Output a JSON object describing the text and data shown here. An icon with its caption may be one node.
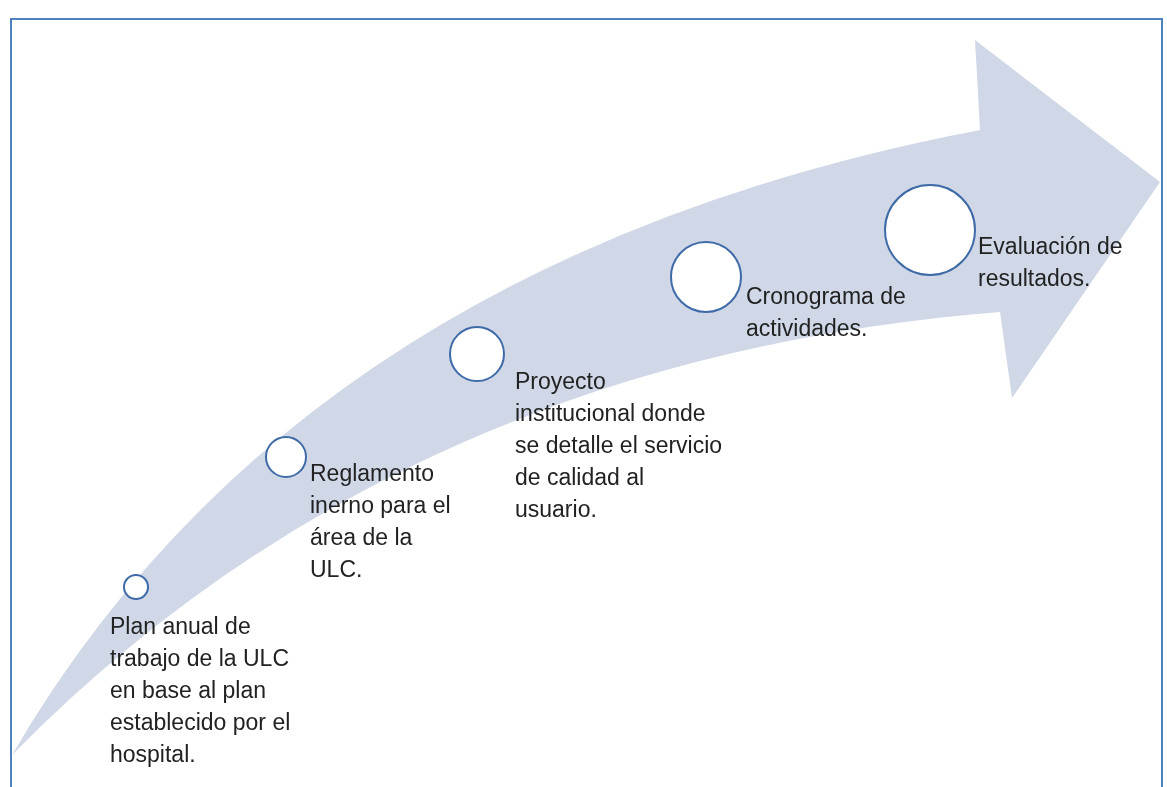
{
  "diagram": {
    "nodes": [
      {
        "text": [],
        "shape": "circle",
        "beside": [
          "Plan anual de trabajo de la ULC en base al plan establecido por el hospital."
        ]
      },
      {
        "text": [],
        "shape": "circle",
        "beside": [
          "Reglamento inerno para el área de la ULC."
        ]
      },
      {
        "text": [],
        "shape": "circle",
        "beside": [
          "Proyecto institucional donde se detalle el servicio de calidad al usuario."
        ]
      },
      {
        "text": [],
        "shape": "circle",
        "beside": [
          "Cronograma de actividades."
        ]
      },
      {
        "text": [],
        "shape": "circle",
        "beside": [
          "Evaluación de resultados."
        ]
      }
    ]
  }
}
